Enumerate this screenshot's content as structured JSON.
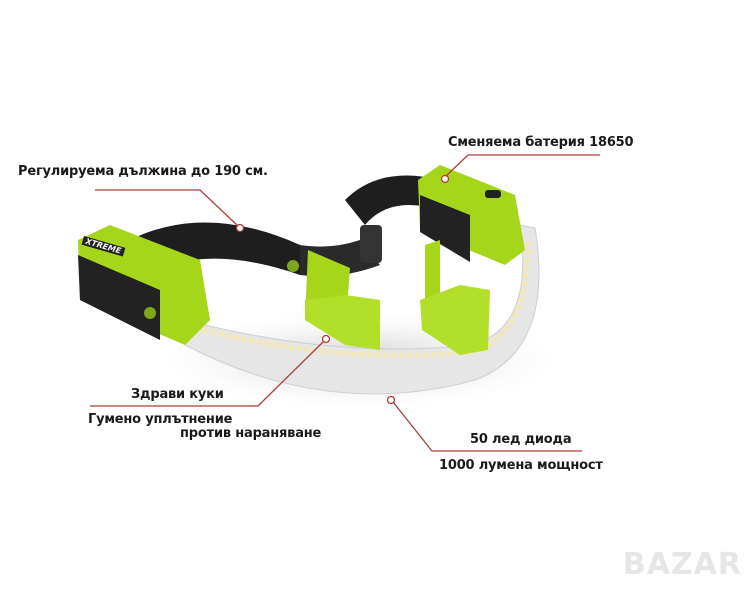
{
  "callouts": {
    "length": "Регулируема дължина до 190 см.",
    "battery": "Сменяема батерия 18650",
    "hooks": "Здрави куки",
    "rubber_line1": "Гумено уплътнение",
    "rubber_line2": "против нараняване",
    "leds": "50 лед диода",
    "lumens": "1000 лумена мощност"
  },
  "brand_on_device": "XTREME",
  "watermark": "BAZAR",
  "colors": {
    "accent_green": "#a6d61a",
    "callout_line": "#b03a3a"
  }
}
